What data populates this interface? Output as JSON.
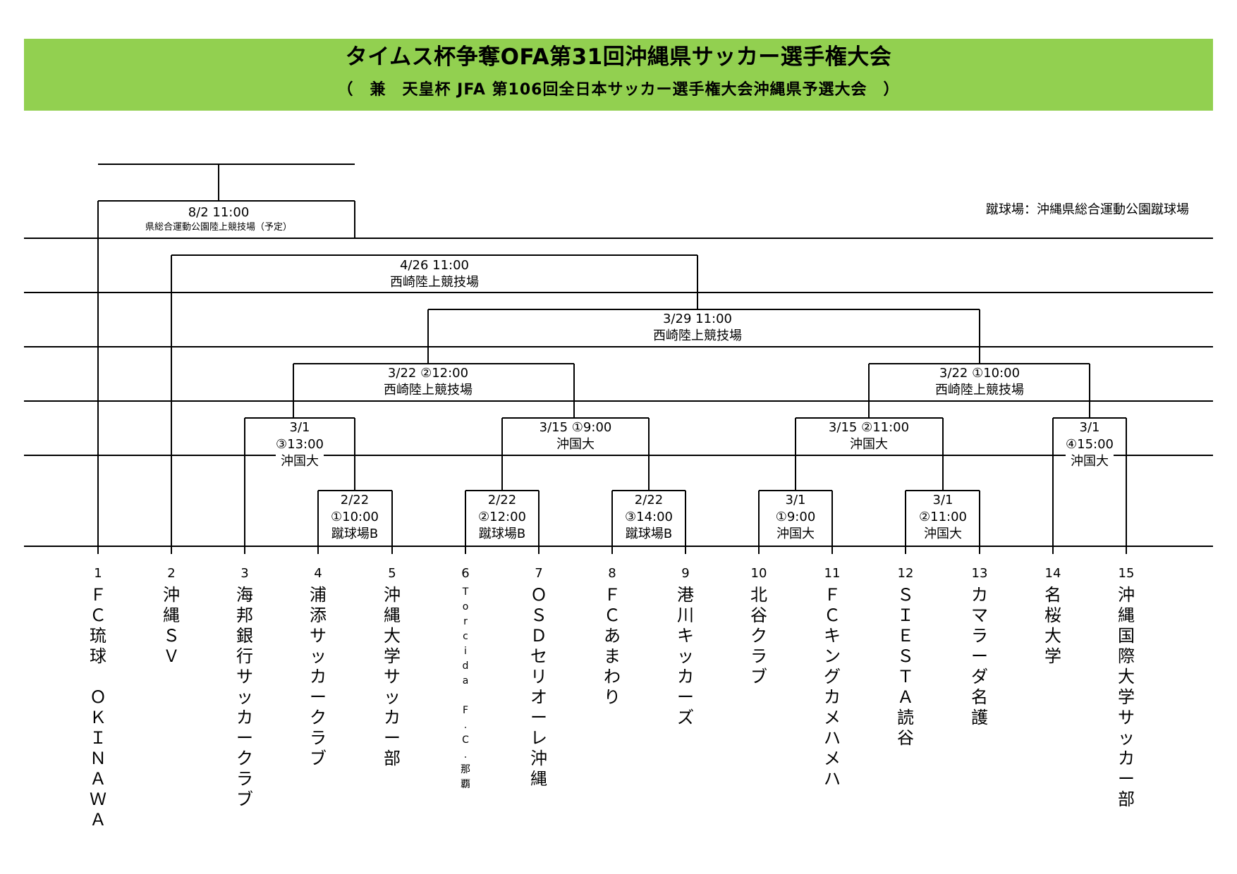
{
  "header": {
    "title": "タイムス杯争奪OFA第31回沖縄県サッカー選手権大会",
    "subtitle": "（　兼　天皇杯 JFA 第106回全日本サッカー選手権大会沖縄県予選大会　）"
  },
  "venue_note": "蹴球場：沖縄県総合運動公園蹴球場",
  "matches": [
    {
      "lines": [
        "8/2 11:00",
        "県総合運動公園陸上競技場（予定）"
      ],
      "style": "final"
    },
    {
      "lines": [
        "4/26 11:00",
        "西崎陸上競技場"
      ]
    },
    {
      "lines": [
        "3/29 11:00",
        "西崎陸上競技場"
      ]
    },
    {
      "lines": [
        "3/22 ②12:00",
        "西崎陸上競技場"
      ]
    },
    {
      "lines": [
        "3/22 ①10:00",
        "西崎陸上競技場"
      ]
    },
    {
      "lines": [
        "3/1",
        "③13:00",
        "沖国大"
      ]
    },
    {
      "lines": [
        "3/15 ①9:00",
        "沖国大"
      ]
    },
    {
      "lines": [
        "3/15 ②11:00",
        "沖国大"
      ]
    },
    {
      "lines": [
        "3/1",
        "④15:00",
        "沖国大"
      ]
    },
    {
      "lines": [
        "2/22",
        "①10:00",
        "蹴球場B"
      ]
    },
    {
      "lines": [
        "2/22",
        "②12:00",
        "蹴球場B"
      ]
    },
    {
      "lines": [
        "2/22",
        "③14:00",
        "蹴球場B"
      ]
    },
    {
      "lines": [
        "3/1",
        "①9:00",
        "沖国大"
      ]
    },
    {
      "lines": [
        "3/1",
        "②11:00",
        "沖国大"
      ]
    }
  ],
  "teams": [
    {
      "number": "1",
      "name": "ＦＣ琉球　ＯＫＩＮＡＷＡ"
    },
    {
      "number": "2",
      "name": "沖縄ＳＶ"
    },
    {
      "number": "3",
      "name": "海邦銀行サッカークラブ"
    },
    {
      "number": "4",
      "name": "浦添サッカークラブ"
    },
    {
      "number": "5",
      "name": "沖縄大学サッカー部"
    },
    {
      "number": "6",
      "name": "Torcida F.C.那覇",
      "small": true
    },
    {
      "number": "7",
      "name": "ＯＳＤセリオーレ沖縄"
    },
    {
      "number": "8",
      "name": "ＦＣあまわり"
    },
    {
      "number": "9",
      "name": "港川キッカーズ"
    },
    {
      "number": "10",
      "name": "北谷クラブ"
    },
    {
      "number": "11",
      "name": "ＦＣキングカメハメハ"
    },
    {
      "number": "12",
      "name": "ＳＩＥＳＴＡ読谷"
    },
    {
      "number": "13",
      "name": "カマラーダ名護"
    },
    {
      "number": "14",
      "name": "名桜大学"
    },
    {
      "number": "15",
      "name": "沖縄国際大学サッカー部"
    }
  ]
}
